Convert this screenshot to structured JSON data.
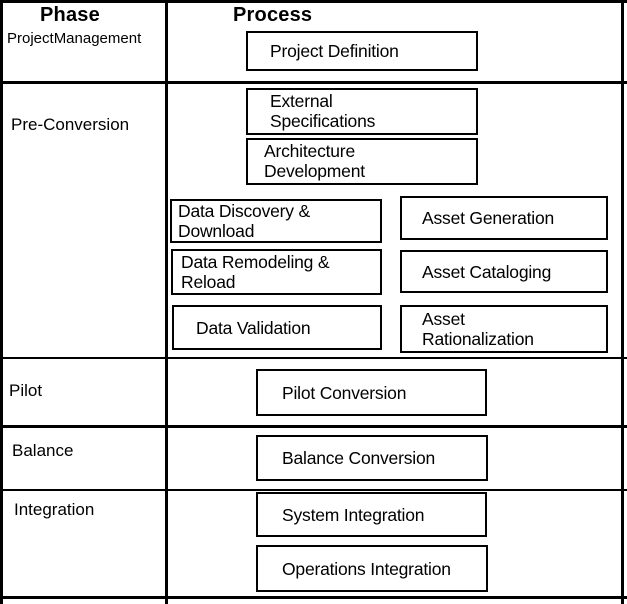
{
  "diagram_title": "Phase / Process table",
  "colors": {
    "line": "#000000",
    "background": "#ffffff",
    "text": "#000000"
  },
  "header": {
    "phase_label": "Phase",
    "process_label": "Process"
  },
  "phases": [
    {
      "id": "project-management",
      "line1": "Project",
      "line2": "Management"
    },
    {
      "id": "pre-conversion",
      "label": "Pre-Conversion"
    },
    {
      "id": "pilot",
      "label": "Pilot"
    },
    {
      "id": "balance",
      "label": "Balance"
    },
    {
      "id": "integration",
      "label": "Integration"
    }
  ],
  "boxes": [
    {
      "id": "project-definition",
      "lines": [
        "Project Definition"
      ]
    },
    {
      "id": "external-specifications",
      "lines": [
        "External",
        "Specifications"
      ]
    },
    {
      "id": "architecture-development",
      "lines": [
        "Architecture",
        "Development"
      ]
    },
    {
      "id": "data-discovery-download",
      "lines": [
        "Data Discovery &",
        "Download"
      ]
    },
    {
      "id": "asset-generation",
      "lines": [
        "Asset Generation"
      ]
    },
    {
      "id": "data-remodeling-reload",
      "lines": [
        "Data Remodeling &",
        "Reload"
      ]
    },
    {
      "id": "asset-cataloging",
      "lines": [
        "Asset Cataloging"
      ]
    },
    {
      "id": "data-validation",
      "lines": [
        "Data Validation"
      ]
    },
    {
      "id": "asset-rationalization",
      "lines": [
        "Asset",
        "Rationalization"
      ]
    },
    {
      "id": "pilot-conversion",
      "lines": [
        "Pilot Conversion"
      ]
    },
    {
      "id": "balance-conversion",
      "lines": [
        "Balance Conversion"
      ]
    },
    {
      "id": "system-integration",
      "lines": [
        "System Integration"
      ]
    },
    {
      "id": "operations-integration",
      "lines": [
        "Operations Integration"
      ]
    }
  ]
}
